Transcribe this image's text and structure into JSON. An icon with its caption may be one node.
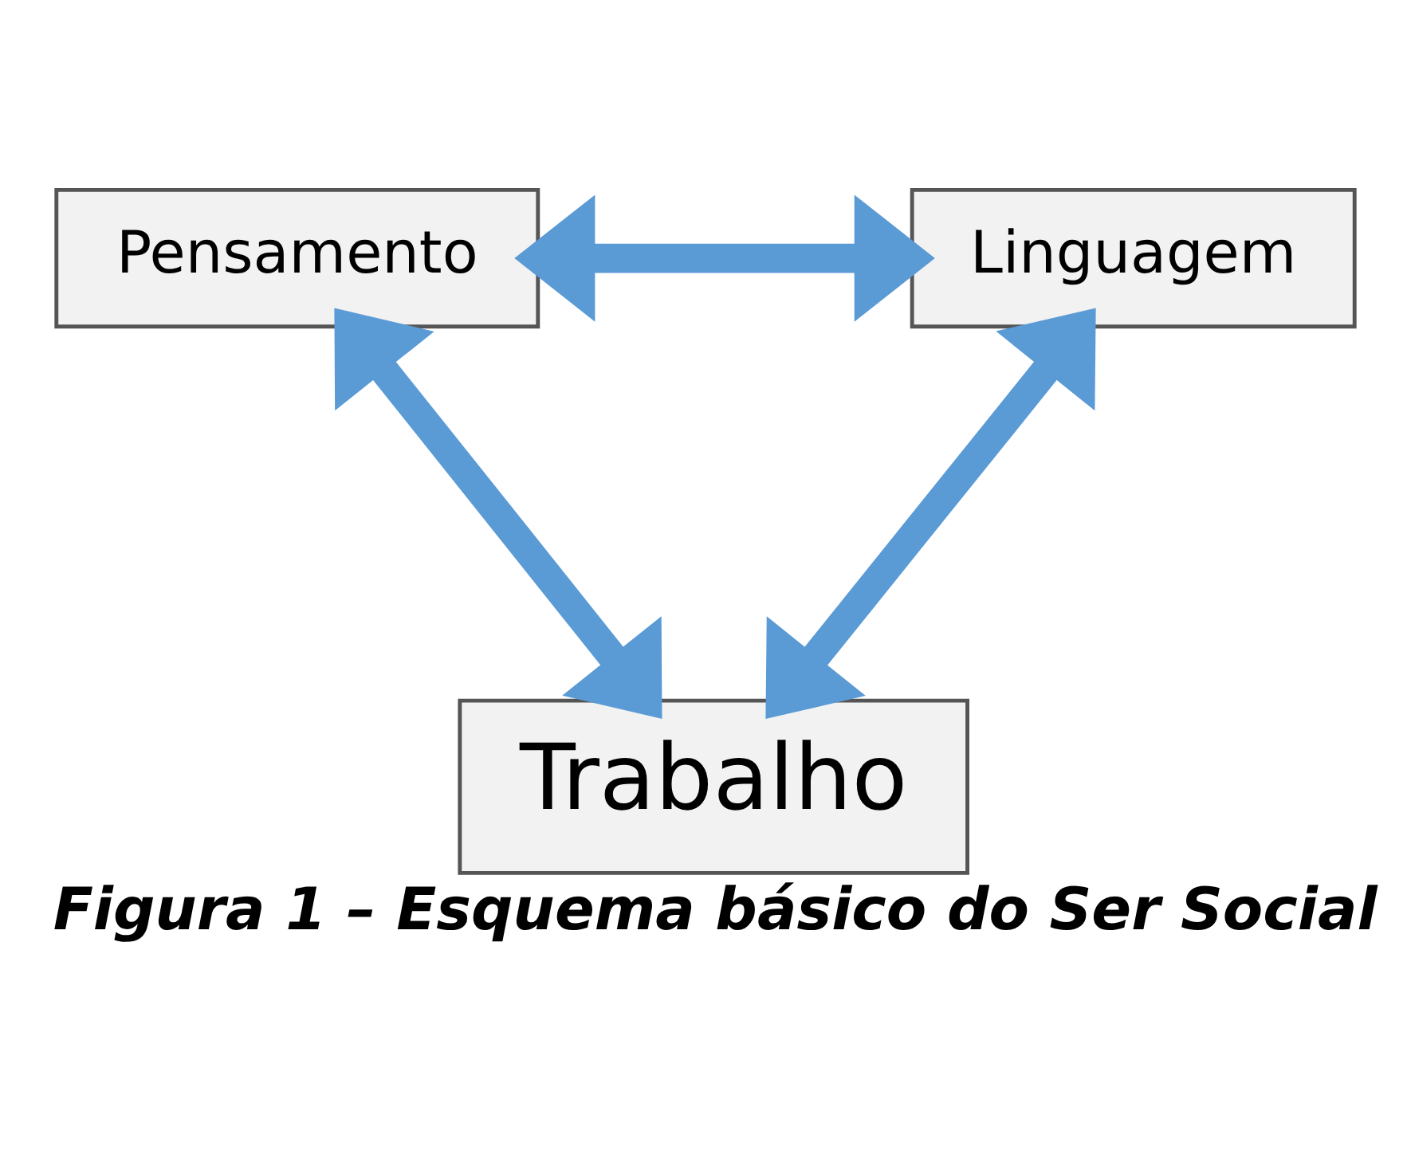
{
  "diagram": {
    "caption": "Figura 1 – Esquema básico do Ser Social",
    "nodes": [
      {
        "text": [
          "Pensamento"
        ]
      },
      {
        "text": [
          "Linguagem"
        ]
      },
      {
        "text": [
          "Trabalho"
        ]
      }
    ],
    "edges": [
      {
        "from": 0,
        "to": 1,
        "arrow": "both"
      },
      {
        "from": 0,
        "to": 2,
        "arrow": "both"
      },
      {
        "from": 1,
        "to": 2,
        "arrow": "both"
      }
    ]
  }
}
